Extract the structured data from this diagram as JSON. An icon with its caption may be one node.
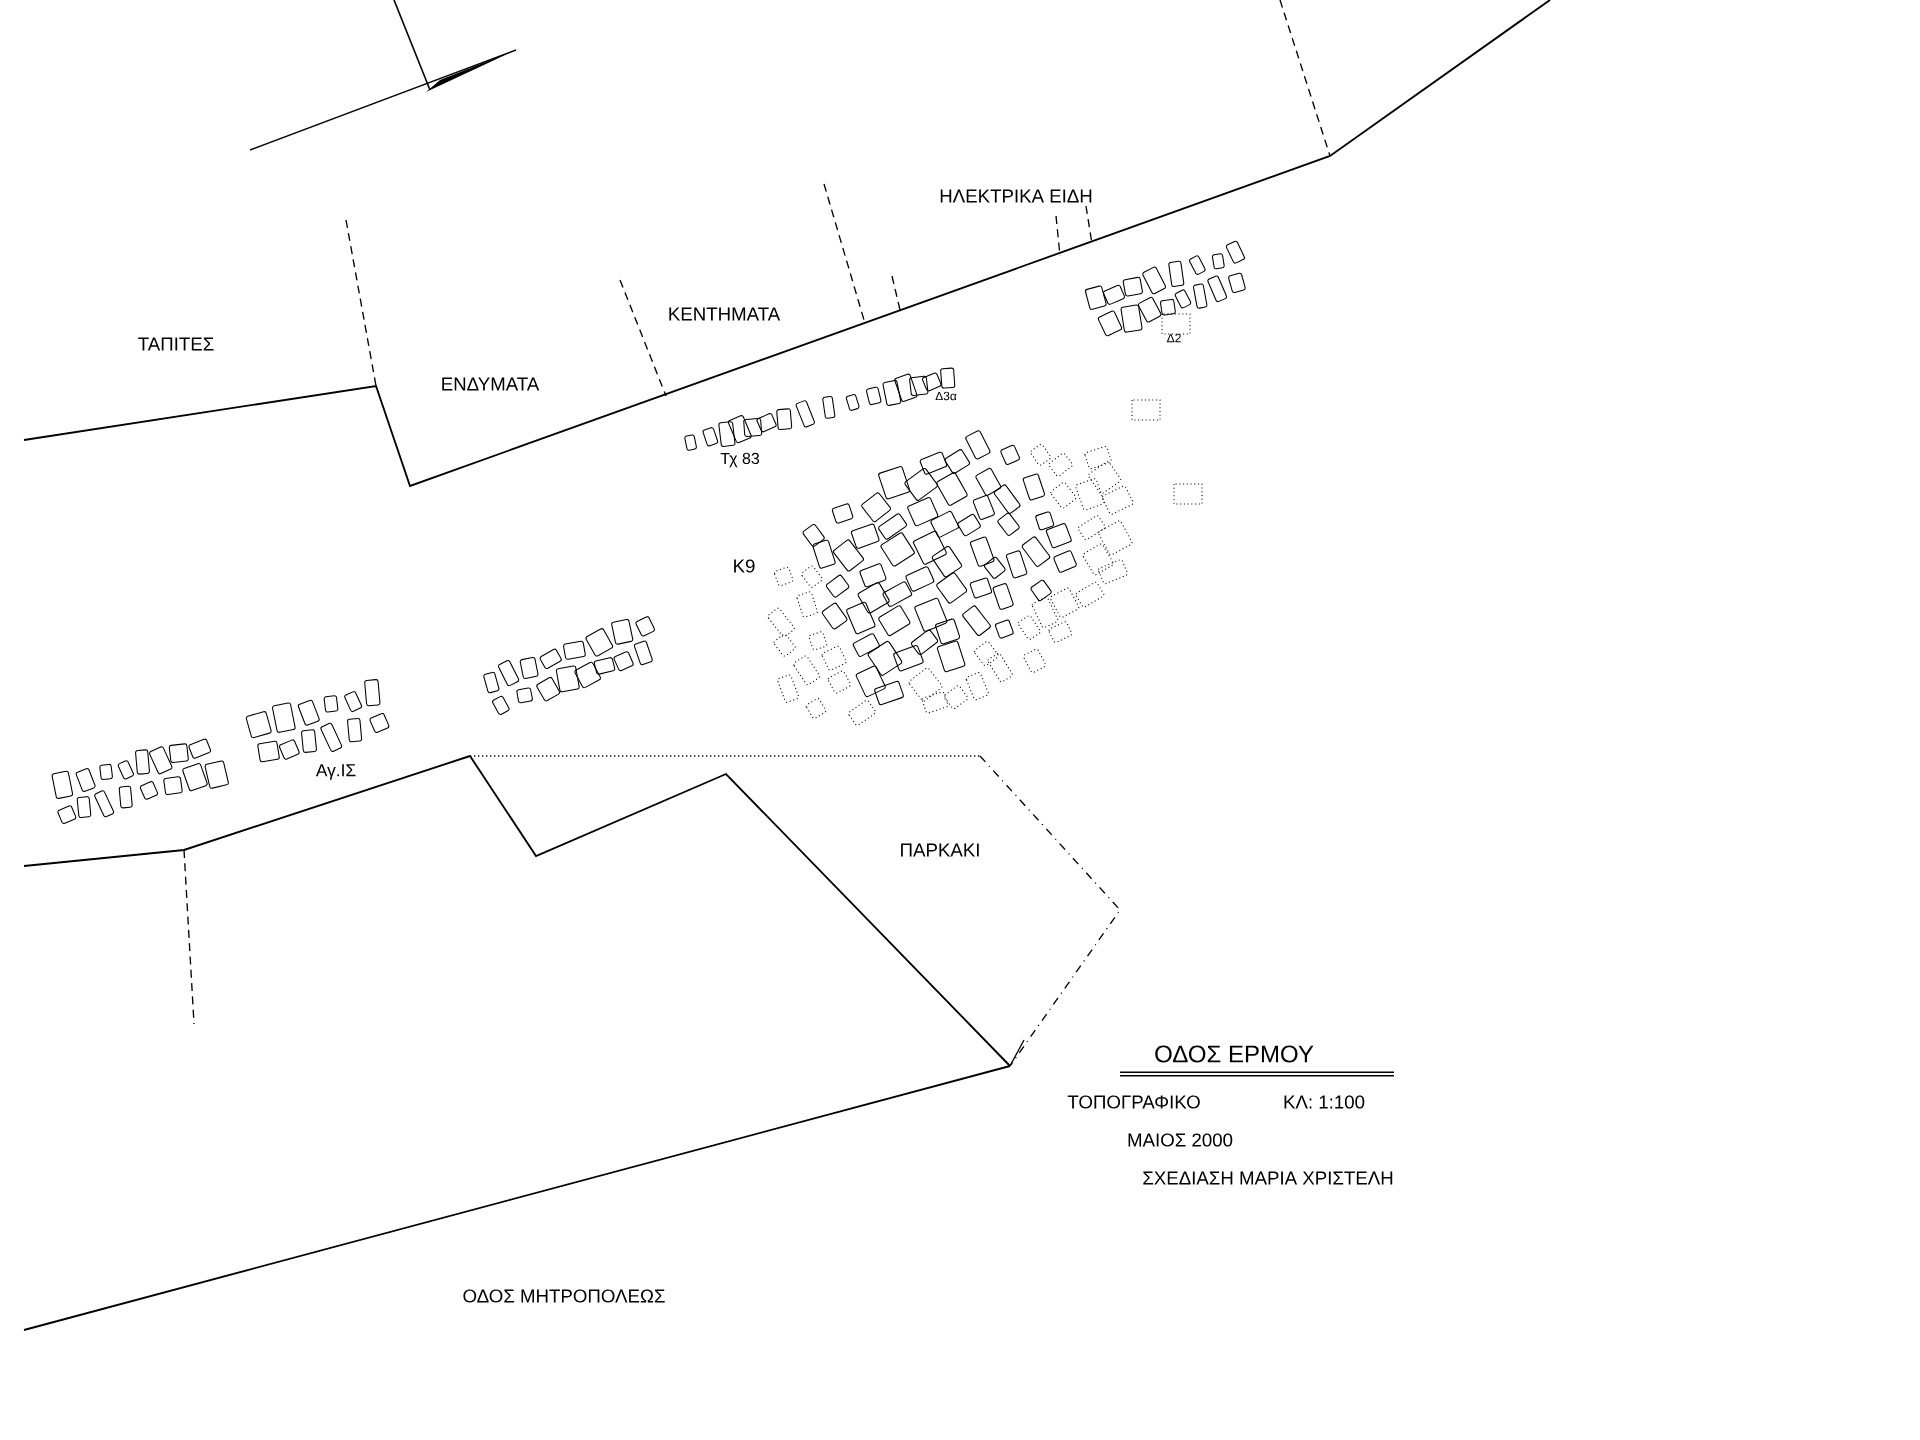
{
  "diagram": {
    "title": "ΟΔΟΣ ΕΡΜΟΥ",
    "labels": [
      "ΗΛΕΚΤΡΙΚΑ ΕΙΔΗ",
      "ΚΕΝΤΗΜΑΤΑ",
      "ΤΑΠΙΤΕΣ",
      "ΕΝΔΥΜΑΤΑ",
      "Δ2",
      "Δ3α",
      "Τχ 83",
      "Κ9",
      "Αγ.ΙΣ",
      "ΠΑΡΚΑΚΙ",
      "ΤΟΠΟΓΡΑΦΙΚΟ",
      "ΚΛ: 1:100",
      "ΜΑΙΟΣ 2000",
      "ΣΧΕΔΙΑΣΗ ΜΑΡΙΑ ΧΡΙΣΤΕΛΗ",
      "ΟΔΟΣ ΜΗΤΡΟΠΟΛΕΩΣ"
    ]
  }
}
